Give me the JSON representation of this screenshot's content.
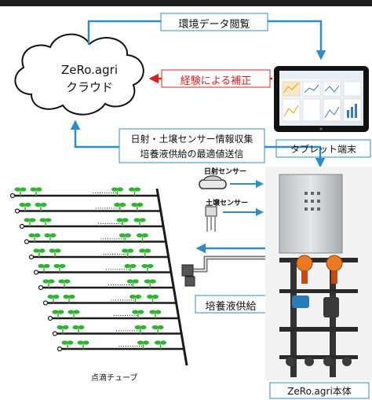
{
  "cloud": {
    "line1": "ZeRo.agri",
    "line2": "クラウド"
  },
  "flows": {
    "env_data_view": "環境データ閲覧",
    "experience_correction": "経験による補正",
    "sensor_collect_line1": "日射・土壌センサー情報収集",
    "sensor_collect_line2": "培養液供給の最適値送信"
  },
  "tablet": {
    "caption": "タブレット端末"
  },
  "sensors": {
    "solar": "日射センサー",
    "soil": "土壌センサー"
  },
  "supply": {
    "label": "培養液供給"
  },
  "drip": {
    "label": "点滴チューブ",
    "ellipsis": "..........."
  },
  "unit": {
    "caption": "ZeRo.agri本体"
  },
  "colors": {
    "flow": "#2e8cc8",
    "correction": "#e02020",
    "plant": "#2db52d",
    "frame": "#1a1a1a"
  }
}
